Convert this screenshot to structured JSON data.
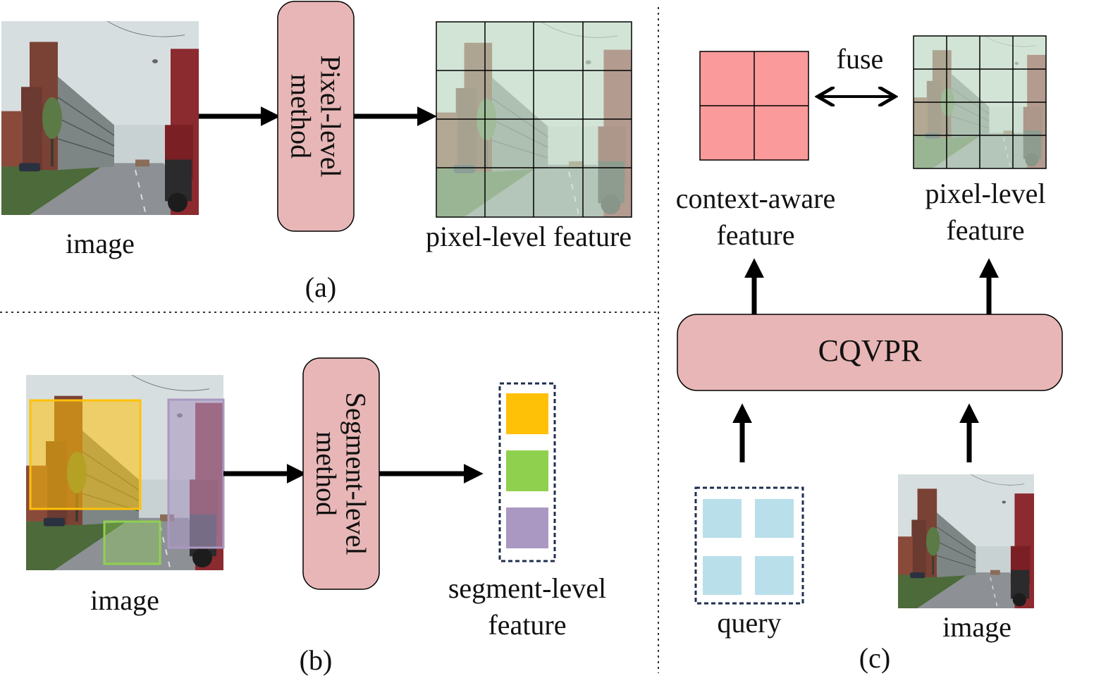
{
  "panel_a": {
    "image_label": "image",
    "method_line1": "Pixel-level",
    "method_line2": "method",
    "feature_label": "pixel-level feature",
    "caption": "(a)"
  },
  "panel_b": {
    "image_label": "image",
    "method_line1": "Segment-level",
    "method_line2": "method",
    "feature_line1": "segment-level",
    "feature_line2": "feature",
    "caption": "(b)"
  },
  "panel_c": {
    "fuse_label": "fuse",
    "context_line1": "context-aware",
    "context_line2": "feature",
    "pixel_line1": "pixel-level",
    "pixel_line2": "feature",
    "model_label": "CQVPR",
    "query_label": "query",
    "image_label": "image",
    "caption": "(c)"
  },
  "colors": {
    "method_box": "#e8b6b6",
    "context_feature": "#fb9a9a",
    "query_squares": "#b9dfea",
    "segment_orange": "#ffc107",
    "segment_green": "#8fd14f",
    "segment_purple": "#aa98c2",
    "grid_overlay": "#cfe8d0",
    "arrow": "#000000"
  }
}
